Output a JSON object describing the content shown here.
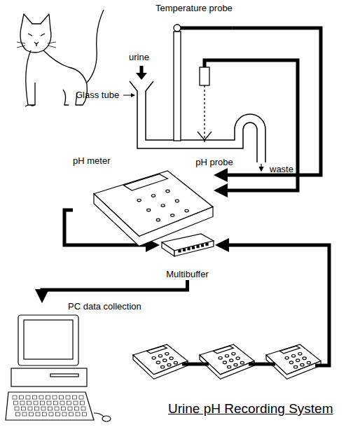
{
  "diagram": {
    "title": "Urine pH Recording System",
    "nodes": [
      {
        "text": [
          "Temperature probe"
        ]
      },
      {
        "text": [
          "pH probe"
        ]
      },
      {
        "text": [
          "pH meter"
        ]
      },
      {
        "text": [
          "Multibuffer"
        ]
      },
      {
        "text": [
          "PC data collection"
        ]
      }
    ],
    "edges": [
      {
        "from": 0,
        "to": 2,
        "arrow": "to"
      },
      {
        "from": 1,
        "to": 2,
        "arrow": "to"
      },
      {
        "from": 2,
        "to": 3,
        "arrow": "to"
      },
      {
        "from": 3,
        "to": 4,
        "arrow": "to"
      }
    ],
    "labels": [
      "urine",
      "Glass tube",
      "waste"
    ]
  }
}
